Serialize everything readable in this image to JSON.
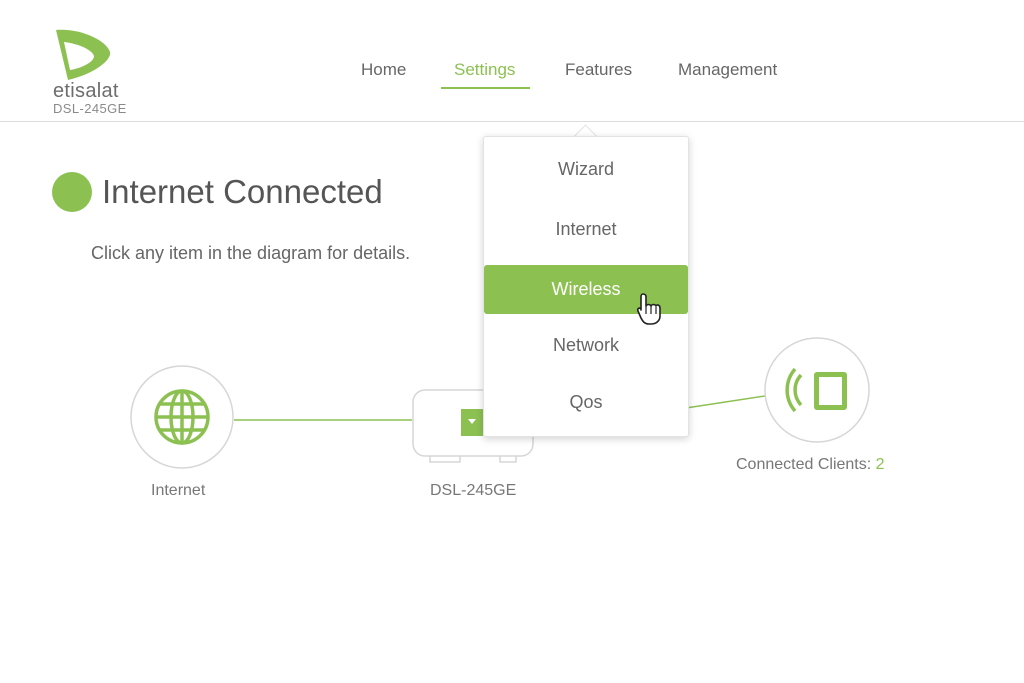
{
  "brand": {
    "name": "etisalat",
    "model": "DSL-245GE",
    "accent": "#8cc152"
  },
  "nav": {
    "items": [
      {
        "label": "Home",
        "active": false
      },
      {
        "label": "Settings",
        "active": true
      },
      {
        "label": "Features",
        "active": false
      },
      {
        "label": "Management",
        "active": false
      }
    ]
  },
  "status": {
    "title": "Internet Connected",
    "indicator_color": "#8cc152"
  },
  "hint": "Click any item in the diagram for details.",
  "dropdown": {
    "items": [
      {
        "label": "Wizard",
        "selected": false
      },
      {
        "label": "Internet",
        "selected": false
      },
      {
        "label": "Wireless",
        "selected": true
      },
      {
        "label": "Network",
        "selected": false
      },
      {
        "label": "Qos",
        "selected": false
      }
    ]
  },
  "diagram": {
    "internet": {
      "label": "Internet",
      "icon": "globe-icon"
    },
    "router": {
      "label": "DSL-245GE",
      "icon": "router-icon"
    },
    "clients": {
      "label": "Connected Clients: ",
      "count": "2",
      "icon": "tablet-wifi-icon"
    }
  }
}
